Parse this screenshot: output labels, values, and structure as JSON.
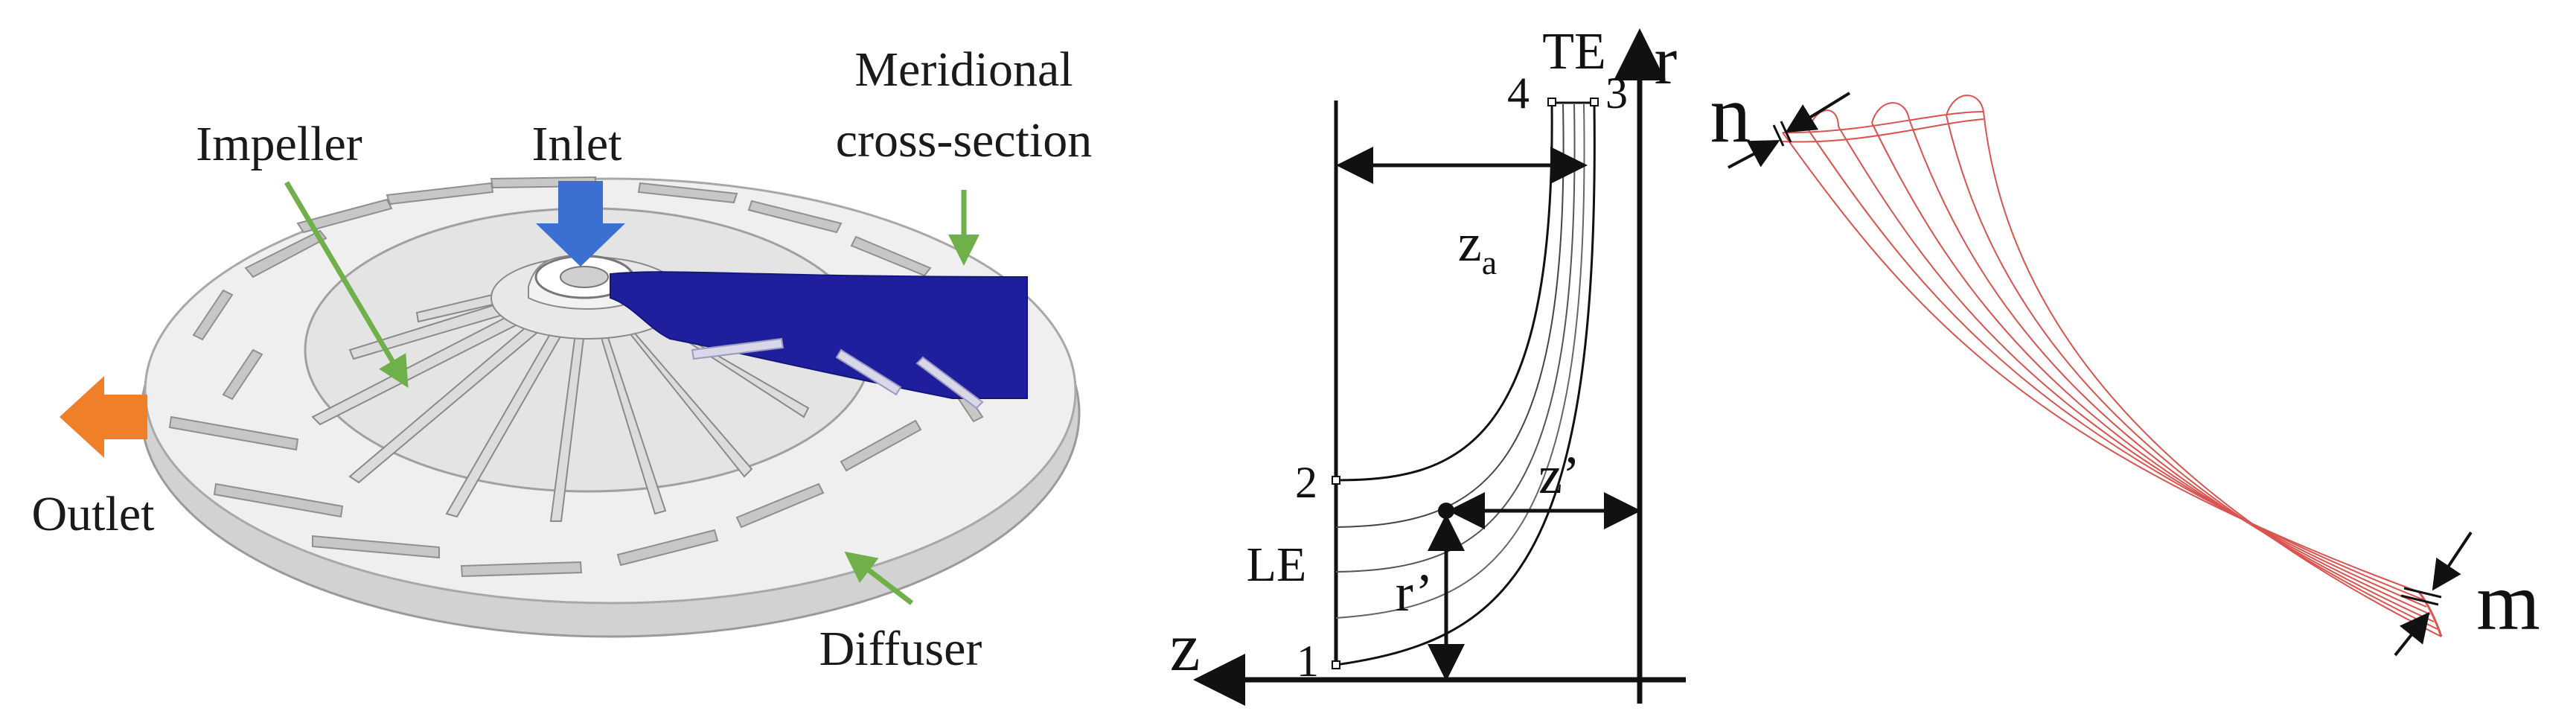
{
  "panel_a": {
    "labels": {
      "impeller": "Impeller",
      "inlet": "Inlet",
      "meridional_line1": "Meridional",
      "meridional_line2": "cross-section",
      "outlet": "Outlet",
      "diffuser": "Diffuser"
    },
    "colors": {
      "inlet_arrow": "#3b6fd1",
      "outlet_arrow": "#f07f2a",
      "pointer": "#6fb04a",
      "section": "#1f1f9e"
    }
  },
  "panel_b": {
    "labels": {
      "te": "TE",
      "r_axis": "r",
      "z_axis": "z",
      "point_4": "4",
      "point_3": "3",
      "point_2": "2",
      "point_1": "1",
      "le": "LE",
      "za_main": "z",
      "za_sub": "a",
      "z_prime": "z’",
      "r_prime": "r’"
    }
  },
  "panel_c": {
    "labels": {
      "n": "n",
      "m": "m"
    },
    "colors": {
      "blade_lines": "#d9534f"
    }
  }
}
